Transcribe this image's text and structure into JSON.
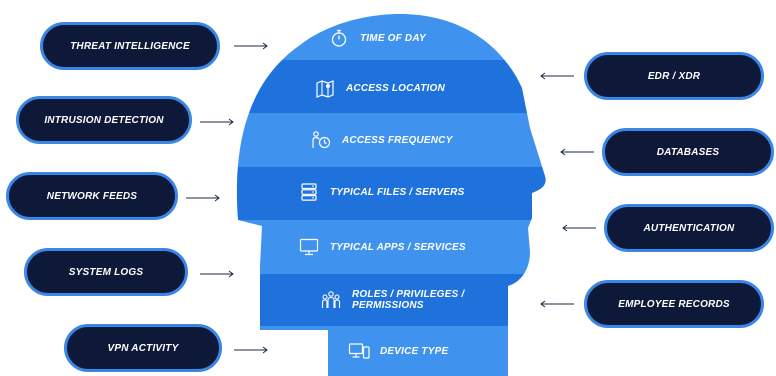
{
  "colors": {
    "pill_fill": "#0e1838",
    "pill_border": "#3a86e6",
    "band_light": "#3f93ef",
    "band_dark": "#1f72dc",
    "arrow": "#1a2a4a"
  },
  "head_bands": [
    {
      "label": "TIME OF DAY",
      "icon": "stopwatch-icon"
    },
    {
      "label": "ACCESS LOCATION",
      "icon": "map-pin-icon"
    },
    {
      "label": "ACCESS FREQUENCY",
      "icon": "person-clock-icon"
    },
    {
      "label": "TYPICAL FILES / SERVERS",
      "icon": "server-icon"
    },
    {
      "label": "TYPICAL APPS / SERVICES",
      "icon": "monitor-icon"
    },
    {
      "label": "ROLES / PRIVILEGES /\nPERMISSIONS",
      "icon": "people-group-icon"
    },
    {
      "label": "DEVICE TYPE",
      "icon": "devices-icon"
    }
  ],
  "left_inputs": [
    {
      "label": "THREAT INTELLIGENCE"
    },
    {
      "label": "INTRUSION DETECTION"
    },
    {
      "label": "NETWORK FEEDS"
    },
    {
      "label": "SYSTEM LOGS"
    },
    {
      "label": "VPN ACTIVITY"
    }
  ],
  "right_inputs": [
    {
      "label": "EDR / XDR"
    },
    {
      "label": "DATABASES"
    },
    {
      "label": "AUTHENTICATION"
    },
    {
      "label": "EMPLOYEE RECORDS"
    }
  ]
}
